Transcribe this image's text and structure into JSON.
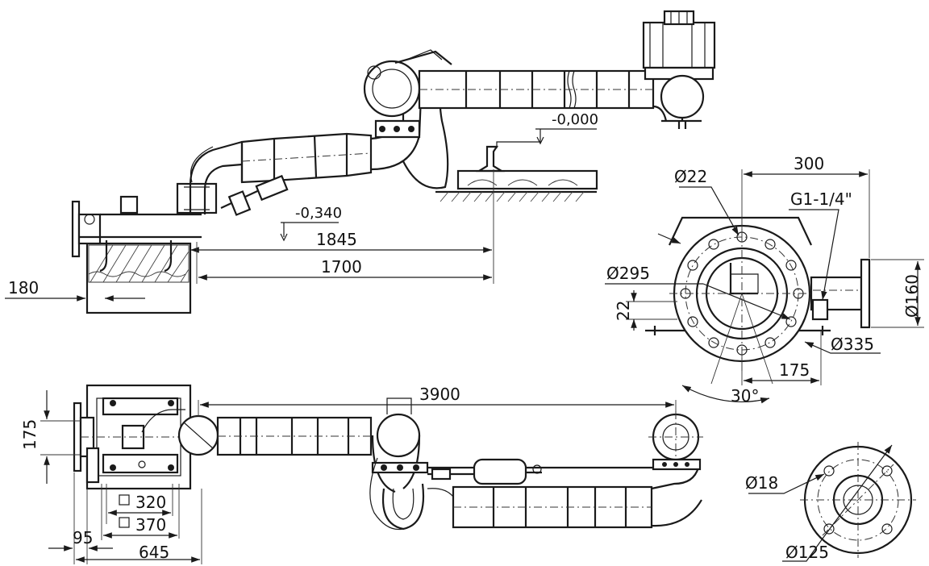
{
  "dimensions": {
    "elev_zero": "-0,000",
    "elev_low": "-0,340",
    "d_1845": "1845",
    "d_1700": "1700",
    "d_180": "180",
    "d_300": "300",
    "d_phi22": "Ø22",
    "thread": "G1-1/4\"",
    "d_phi295": "Ø295",
    "d_phi160": "Ø160",
    "d_22": "22",
    "d_phi335": "Ø335",
    "d_175_side": "175",
    "angle_30": "30°",
    "d_3900": "3900",
    "d_175_plan": "175",
    "d_320": "320",
    "d_370": "370",
    "d_95": "95",
    "d_645": "645",
    "d_phi18": "Ø18",
    "d_phi125": "Ø125"
  }
}
